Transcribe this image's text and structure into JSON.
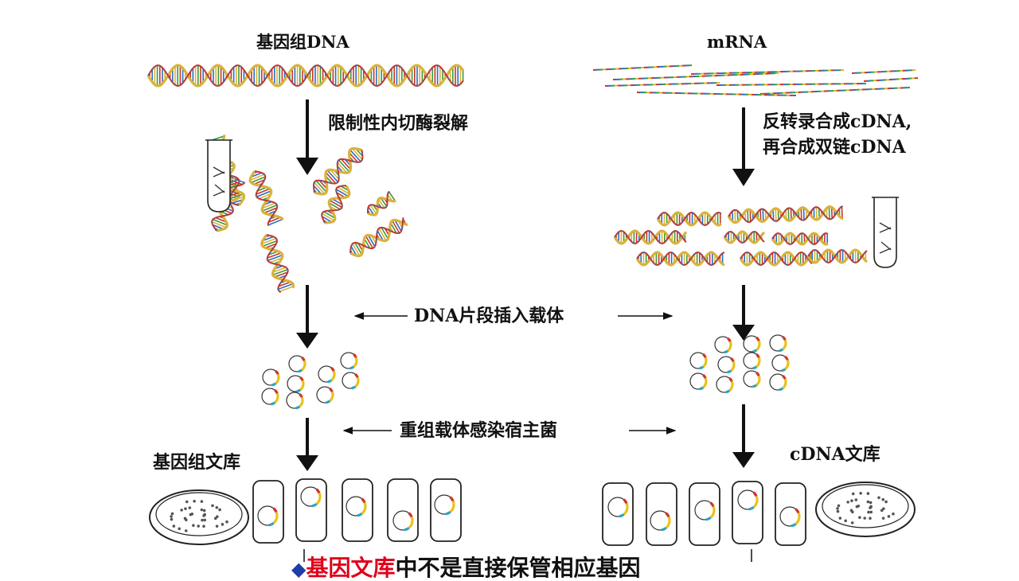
{
  "left": {
    "title": "基因组DNA",
    "step1": "限制性内切酶裂解",
    "library": "基因组文库"
  },
  "right": {
    "title": "mRNA",
    "step1_line1": "反转录合成cDNA,",
    "step1_line2": "再合成双链cDNA",
    "library": "cDNA文库"
  },
  "shared": {
    "insert": "DNA片段插入载体",
    "infect": "重组载体感染宿主菌"
  },
  "caption": {
    "bullet": "◆",
    "highlight": "基因文库",
    "rest": "中不是直接保管相应基因"
  },
  "colors": {
    "helix_yellow": "#d9b23c",
    "helix_red": "#c8352a",
    "helix_blue": "#2b6fc2",
    "plasmid_yellow": "#e8c21a",
    "plasmid_blue": "#27a6c8",
    "plasmid_red": "#d0342c",
    "caption_red": "#e0001b"
  }
}
